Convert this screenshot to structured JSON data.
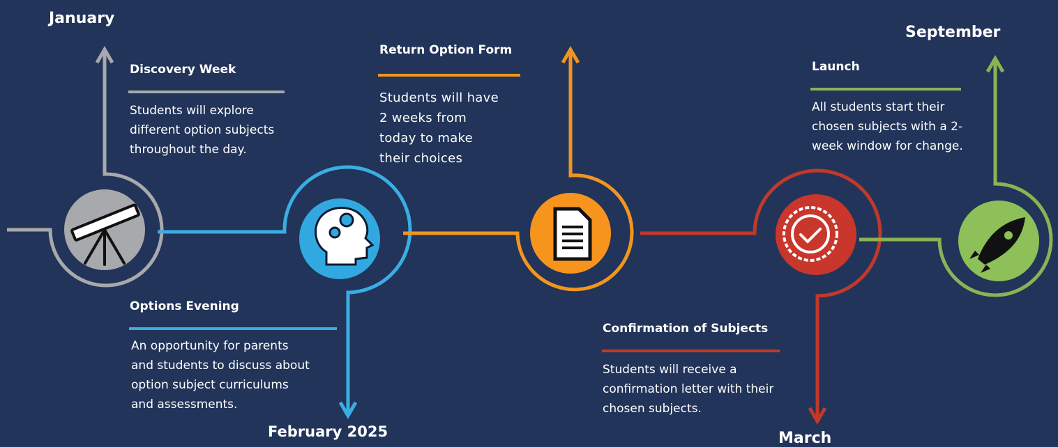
{
  "colors": {
    "background": "#223459",
    "grey": "#a7a9ac",
    "blue": "#3aaee3",
    "orange": "#f2951f",
    "red": "#c0392b",
    "green": "#8db255"
  },
  "milestones": [
    {
      "month": "January",
      "title": "Discovery Week",
      "description_lines": [
        "Students will explore",
        "different option subjects",
        "throughout the day."
      ],
      "icon": "telescope-icon",
      "color": "#a7a9ac"
    },
    {
      "month": "February 2025",
      "title": "Options Evening",
      "description_lines": [
        "An opportunity for parents",
        "and students to discuss about",
        "option subject curriculums",
        "and assessments."
      ],
      "icon": "head-gears-icon",
      "color": "#3aaee3"
    },
    {
      "month": "",
      "title": "Return Option Form",
      "description_lines": [
        "Students will have",
        "2 weeks from",
        "today to make",
        "their choices"
      ],
      "icon": "document-icon",
      "color": "#f2951f"
    },
    {
      "month": "March",
      "title": "Confirmation of Subjects",
      "description_lines": [
        "Students will receive a",
        "confirmation letter with their",
        "chosen subjects."
      ],
      "icon": "check-badge-icon",
      "color": "#c0392b"
    },
    {
      "month": "September",
      "title": "Launch",
      "description_lines": [
        "All students start their",
        "chosen subjects with a 2-",
        "week window for change."
      ],
      "icon": "rocket-icon",
      "color": "#8db255"
    }
  ]
}
